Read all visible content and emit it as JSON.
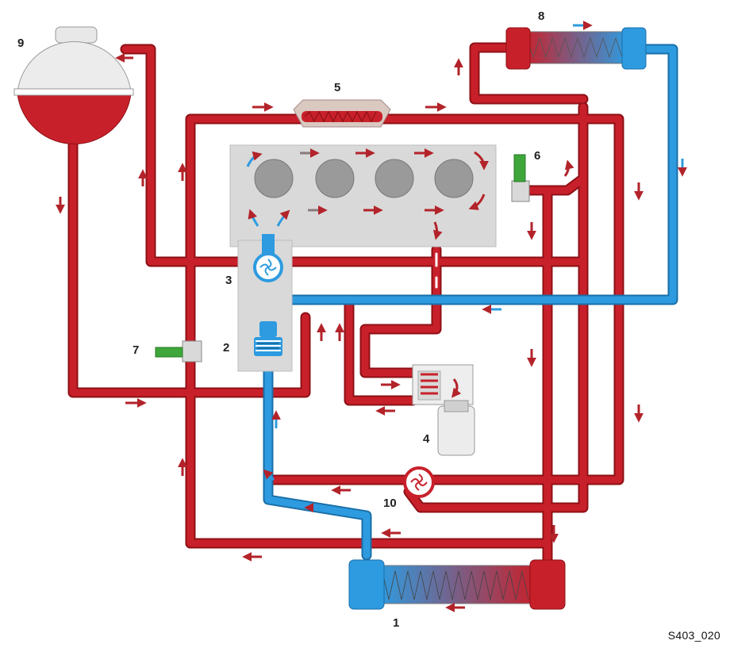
{
  "labels": {
    "n1": "1",
    "n2": "2",
    "n3": "3",
    "n4": "4",
    "n5": "5",
    "n6": "6",
    "n7": "7",
    "n8": "8",
    "n9": "9",
    "n10": "10"
  },
  "figure_code": "S403_020",
  "colors": {
    "hot": "#c8202a",
    "hot_dark": "#8e1016",
    "cold": "#2e9be0",
    "cold_dark": "#1a6fa8",
    "block": "#d9d9d9",
    "cylinder": "#9a9a9a",
    "arrow_hot": "#b3232a",
    "arrow_grey": "#8a7b7b",
    "sensor": "#3ea63a"
  }
}
